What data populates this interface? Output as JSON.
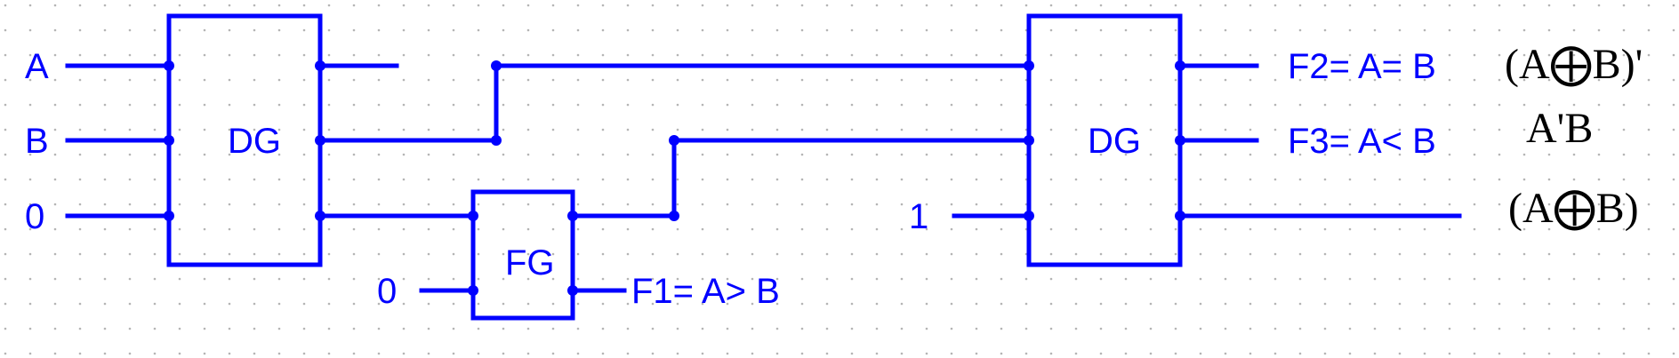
{
  "colors": {
    "wire": "#0000ff",
    "expression": "#000000",
    "grid_dot": "#b4b4b4",
    "background": "#ffffff"
  },
  "inputs": {
    "a": "A",
    "b": "B",
    "zero_dg1": "0",
    "zero_fg": "0",
    "one_dg2": "1"
  },
  "gates": {
    "dg1": "DG",
    "fg": "FG",
    "dg2": "DG"
  },
  "outputs": {
    "f1": "F1= A> B",
    "f2": "F2= A= B",
    "f3": "F3= A< B"
  },
  "expressions": {
    "e1": "(A⨁B)'",
    "e2": "A'B",
    "e3": "(A⨁B)"
  }
}
